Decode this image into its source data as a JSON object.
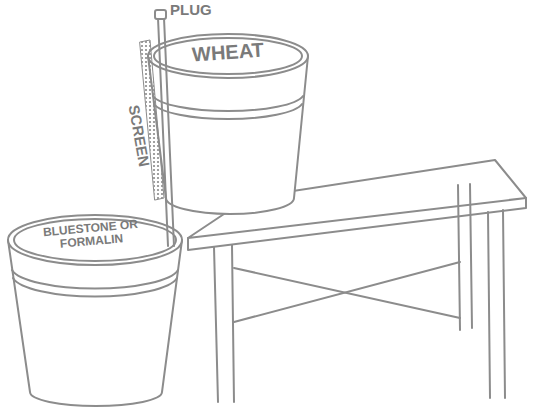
{
  "diagram": {
    "labels": [
      "PLUG",
      "WHEAT",
      "SCREEN",
      "BLUESTONE OR FORMALIN"
    ]
  }
}
